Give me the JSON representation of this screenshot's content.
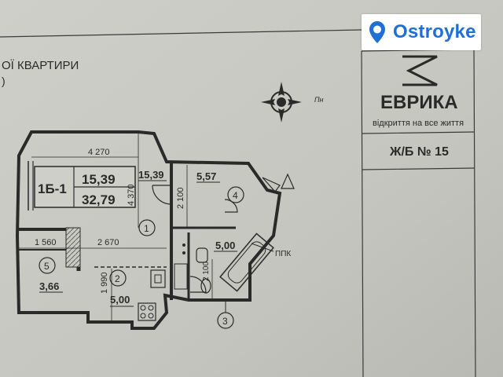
{
  "watermark": {
    "brand": "Ostroyke",
    "icon": "pin-o-logo-icon"
  },
  "header": {
    "title_fragment": "ОЇ КВАРТИРИ",
    "subtitle_fragment": ")"
  },
  "brand_block": {
    "logo_icon": "sigma-logo-icon",
    "name": "ЕВРИКА",
    "tagline": "відкриття на все життя",
    "building": "Ж/Б № 15"
  },
  "compass": {
    "icon": "compass-rose-icon",
    "label": "Пн"
  },
  "plan": {
    "apartment_type": "1Б-1",
    "living_area": "15,39",
    "total_area": "32,79",
    "ppk_label": "ППК",
    "rooms": [
      {
        "number": "1",
        "area": "15,39"
      },
      {
        "number": "2",
        "area": "5,00"
      },
      {
        "number": "3",
        "area": "5,00"
      },
      {
        "number": "4",
        "area": "5,57"
      },
      {
        "number": "5",
        "area": "3,66"
      }
    ],
    "dimensions": {
      "top_width": "4 270",
      "room1_height": "4 370",
      "hall_width": "2 100",
      "loggia_width": "1 560",
      "kitchen_width": "2 670",
      "kitchen_height": "1 990",
      "bath_height": "2 100"
    }
  }
}
